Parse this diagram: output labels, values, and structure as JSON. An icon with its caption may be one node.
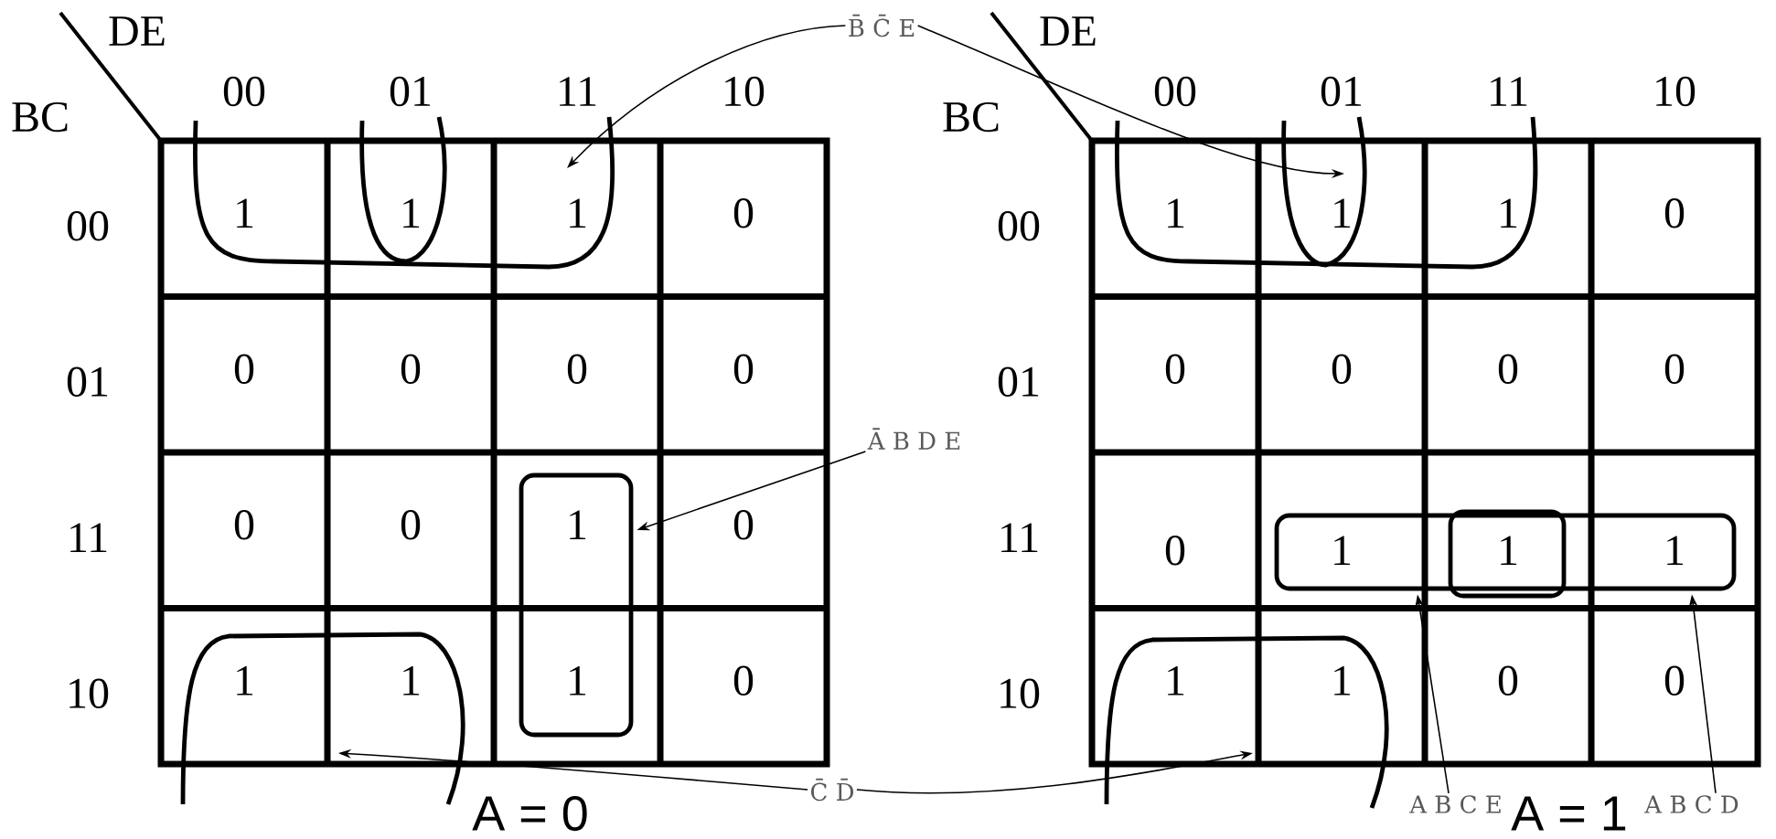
{
  "diagram": {
    "nodes": [
      {
        "text": [
          "B̄ C̄ E"
        ]
      },
      {
        "text": [],
        "shape": "loop"
      },
      {
        "text": [],
        "shape": "loop"
      },
      {
        "text": [
          "Ā B D E"
        ]
      },
      {
        "text": [],
        "shape": "box"
      },
      {
        "text": [],
        "shape": "box"
      },
      {
        "text": [],
        "shape": "loop"
      },
      {
        "text": [],
        "shape": "loop"
      },
      {
        "text": [
          "C̄ D̄"
        ]
      },
      {
        "text": [
          "A B C E"
        ]
      },
      {
        "text": [
          "A B C D"
        ]
      }
    ],
    "edges": [
      {
        "from": 0,
        "to": 1,
        "arrow": "to"
      },
      {
        "from": 0,
        "to": 2,
        "arrow": "to"
      },
      {
        "from": 3,
        "to": 4,
        "arrow": "to"
      },
      {
        "from": 8,
        "to": 6,
        "arrow": "to"
      },
      {
        "from": 8,
        "to": 7,
        "arrow": "to"
      },
      {
        "from": 9,
        "to": 5,
        "arrow": "to"
      },
      {
        "from": 10,
        "to": 5,
        "arrow": "to"
      }
    ],
    "labels": [
      "DE",
      "BC",
      "00",
      "01",
      "11",
      "10",
      "00",
      "01",
      "11",
      "10",
      "1",
      "1",
      "1",
      "0",
      "0",
      "0",
      "0",
      "0",
      "0",
      "0",
      "1",
      "0",
      "1",
      "1",
      "1",
      "0",
      "A = 0",
      "DE",
      "BC",
      "00",
      "01",
      "11",
      "10",
      "00",
      "01",
      "11",
      "10",
      "1",
      "1",
      "1",
      "0",
      "0",
      "0",
      "0",
      "0",
      "0",
      "1",
      "1",
      "1",
      "1",
      "1",
      "0",
      "0",
      "A = 1"
    ]
  }
}
